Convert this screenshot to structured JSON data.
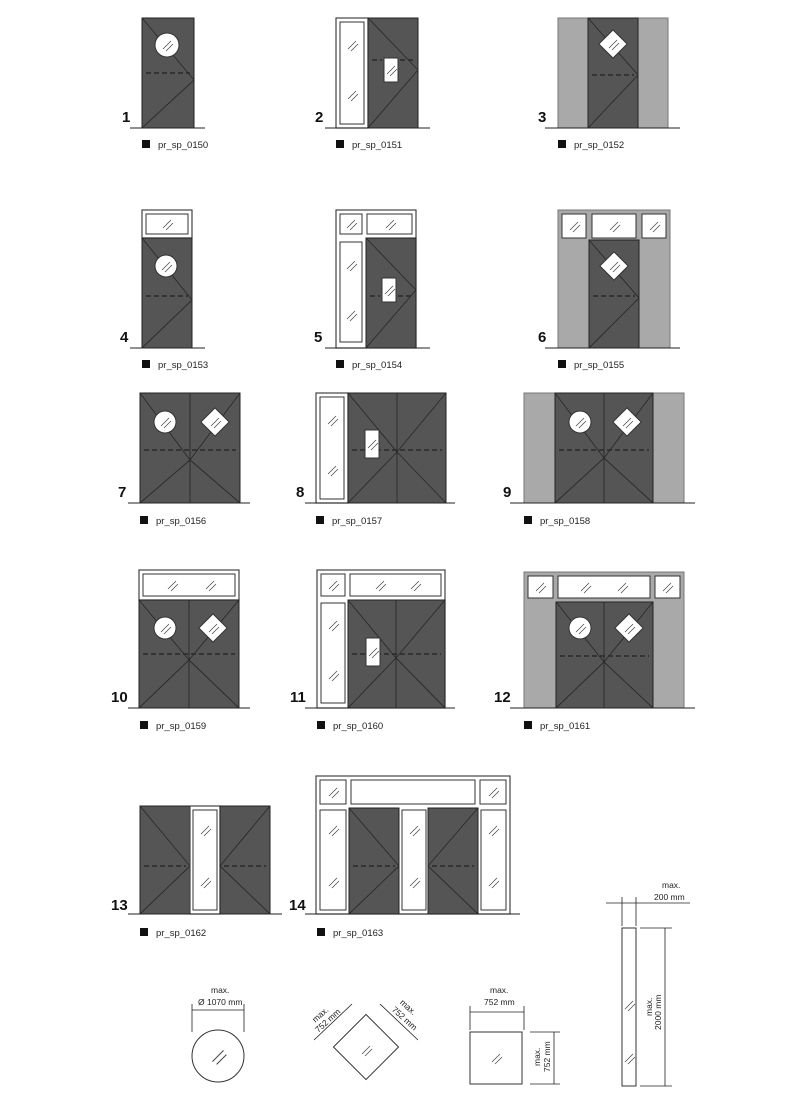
{
  "variants": [
    {
      "num": "1",
      "code": "pr_sp_0150"
    },
    {
      "num": "2",
      "code": "pr_sp_0151"
    },
    {
      "num": "3",
      "code": "pr_sp_0152"
    },
    {
      "num": "4",
      "code": "pr_sp_0153"
    },
    {
      "num": "5",
      "code": "pr_sp_0154"
    },
    {
      "num": "6",
      "code": "pr_sp_0155"
    },
    {
      "num": "7",
      "code": "pr_sp_0156"
    },
    {
      "num": "8",
      "code": "pr_sp_0157"
    },
    {
      "num": "9",
      "code": "pr_sp_0158"
    },
    {
      "num": "10",
      "code": "pr_sp_0159"
    },
    {
      "num": "11",
      "code": "pr_sp_0160"
    },
    {
      "num": "12",
      "code": "pr_sp_0161"
    },
    {
      "num": "13",
      "code": "pr_sp_0162"
    },
    {
      "num": "14",
      "code": "pr_sp_0163"
    }
  ],
  "dimensions": {
    "circle": {
      "label1": "max.",
      "label2": "Ø 1070 mm"
    },
    "diamond": {
      "label_a1": "max.",
      "label_a2": "752 mm",
      "label_b1": "max.",
      "label_b2": "752 mm"
    },
    "square": {
      "top1": "max.",
      "top2": "752 mm",
      "side1": "max.",
      "side2": "752 mm"
    },
    "strip": {
      "top1": "max.",
      "top2": "200 mm",
      "side1": "max.",
      "side2": "2000 mm"
    }
  },
  "colors": {
    "leaf": "#555555",
    "side_panel": "#a9a9a9",
    "glass": "#ffffff"
  }
}
